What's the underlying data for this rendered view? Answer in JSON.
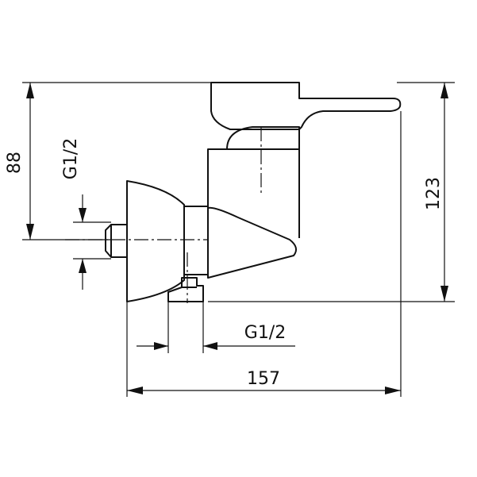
{
  "dimensions": {
    "height_left": "88",
    "height_right": "123",
    "thread_vertical": "G1/2",
    "thread_horizontal": "G1/2",
    "width_total": "157"
  }
}
